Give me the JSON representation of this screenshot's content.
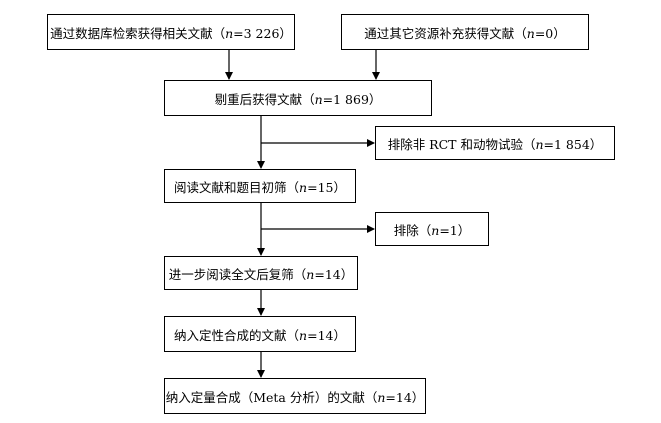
{
  "boxes": {
    "db_search": {
      "pre": "通过数据库检索获得相关文献（",
      "var": "n",
      "post": "=3 226）"
    },
    "other_sources": {
      "pre": "通过其它资源补充获得文献（",
      "var": "n",
      "post": "=0）"
    },
    "dedup": {
      "pre": "剔重后获得文献（",
      "var": "n",
      "post": "=1 869）"
    },
    "exclude_rct": {
      "pre": "排除非 RCT 和动物试验（",
      "var": "n",
      "post": "=1 854）"
    },
    "title_screen": {
      "pre": "阅读文献和题目初筛（",
      "var": "n",
      "post": "=15）"
    },
    "exclude_one": {
      "pre": "排除（",
      "var": "n",
      "post": "=1）"
    },
    "fulltext_screen": {
      "pre": "进一步阅读全文后复筛（",
      "var": "n",
      "post": "=14）"
    },
    "qualitative": {
      "pre": "纳入定性合成的文献（",
      "var": "n",
      "post": "=14）"
    },
    "quantitative": {
      "pre": "纳入定量合成（Meta 分析）的文献（",
      "var": "n",
      "post": "=14）"
    }
  }
}
